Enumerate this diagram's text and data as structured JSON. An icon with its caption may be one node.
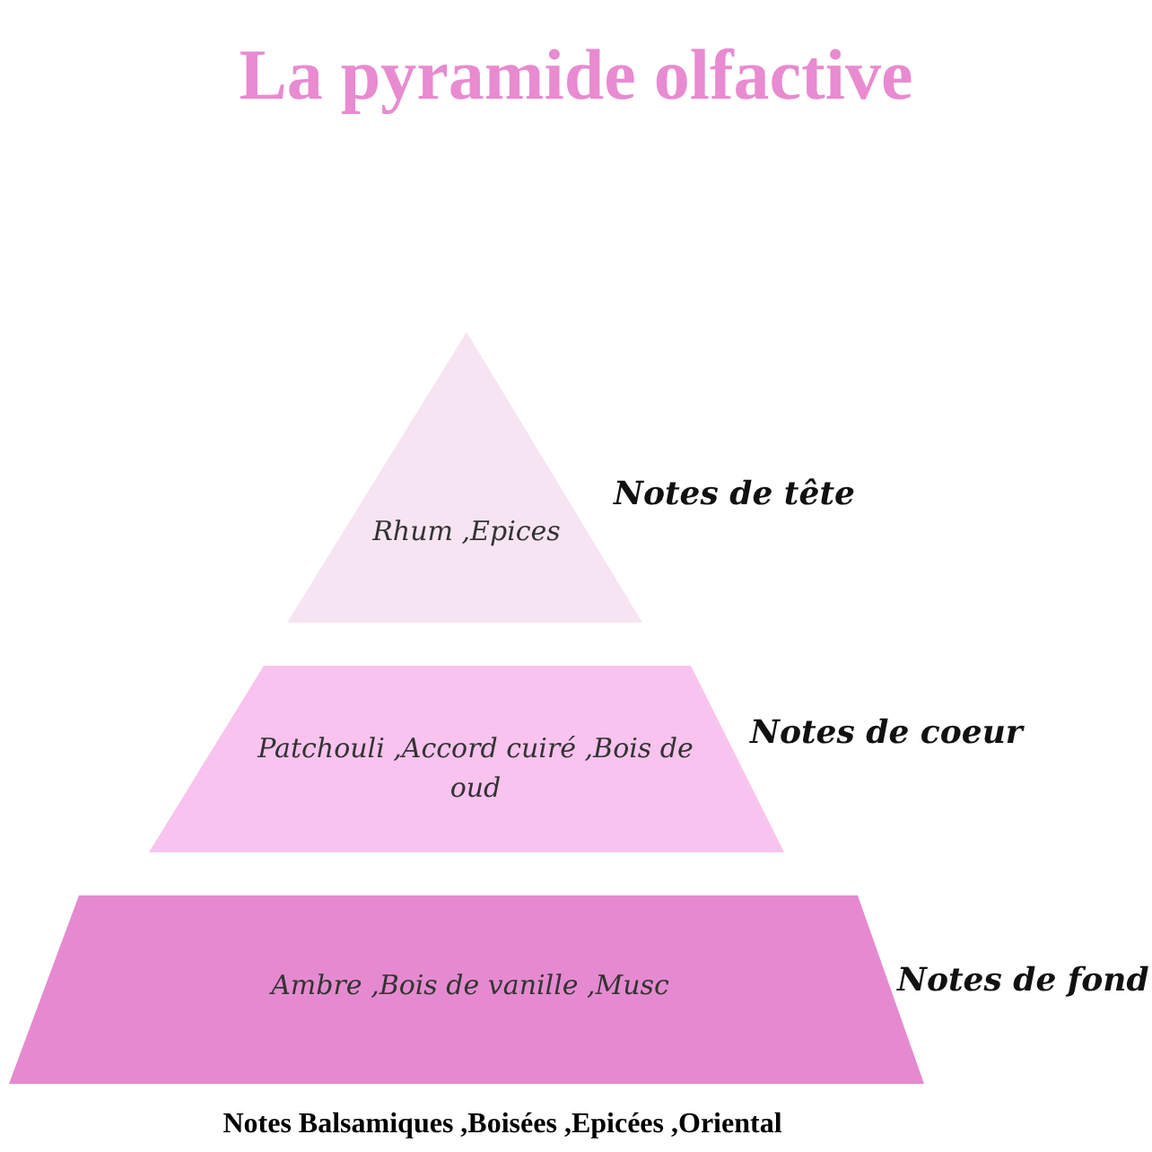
{
  "diagram": {
    "title": "La pyramide olfactive",
    "nodes": [
      {
        "text": [
          "Rhum ,Epices"
        ],
        "beside": [
          "Notes de tête"
        ]
      },
      {
        "text": [
          "Patchouli ,Accord cuiré ,Bois de oud"
        ],
        "beside": [
          "Notes de coeur"
        ]
      },
      {
        "text": [
          "Ambre ,Bois de vanille ,Musc"
        ],
        "beside": [
          "Notes de fond"
        ]
      }
    ],
    "edges": [],
    "labels": [
      "Notes Balsamiques ,Boisées ,Epicées ,Oriental"
    ]
  }
}
